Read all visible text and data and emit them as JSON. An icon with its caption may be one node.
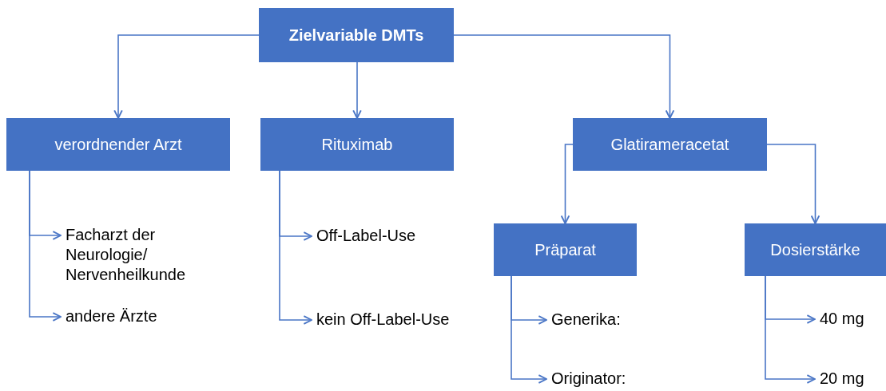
{
  "diagram": {
    "nodes": [
      {
        "text": [
          "Zielvariable DMTs"
        ]
      },
      {
        "text": [
          "verordnender Arzt"
        ]
      },
      {
        "text": [
          "Rituximab"
        ]
      },
      {
        "text": [
          "Glatirameracetat"
        ]
      },
      {
        "text": [
          "Präparat"
        ]
      },
      {
        "text": [
          "Dosierstärke"
        ]
      },
      {
        "text": [
          "Facharzt der Neurologie/ Nervenheilkunde"
        ]
      },
      {
        "text": [
          "andere Ärzte"
        ]
      },
      {
        "text": [
          "Off-Label-Use"
        ]
      },
      {
        "text": [
          "kein Off-Label-Use"
        ]
      },
      {
        "text": [
          "Generika:"
        ]
      },
      {
        "text": [
          "Originator:"
        ]
      },
      {
        "text": [
          "40 mg"
        ]
      },
      {
        "text": [
          "20 mg"
        ]
      }
    ],
    "edges": [
      {
        "from": 0,
        "to": 1,
        "arrow": "to"
      },
      {
        "from": 0,
        "to": 2,
        "arrow": "to"
      },
      {
        "from": 0,
        "to": 3,
        "arrow": "to"
      },
      {
        "from": 3,
        "to": 4,
        "arrow": "to"
      },
      {
        "from": 3,
        "to": 5,
        "arrow": "to"
      },
      {
        "from": 1,
        "to": 6,
        "arrow": "to"
      },
      {
        "from": 1,
        "to": 7,
        "arrow": "to"
      },
      {
        "from": 2,
        "to": 8,
        "arrow": "to"
      },
      {
        "from": 2,
        "to": 9,
        "arrow": "to"
      },
      {
        "from": 4,
        "to": 10,
        "arrow": "to"
      },
      {
        "from": 4,
        "to": 11,
        "arrow": "to"
      },
      {
        "from": 5,
        "to": 12,
        "arrow": "to"
      },
      {
        "from": 5,
        "to": 13,
        "arrow": "to"
      }
    ]
  }
}
